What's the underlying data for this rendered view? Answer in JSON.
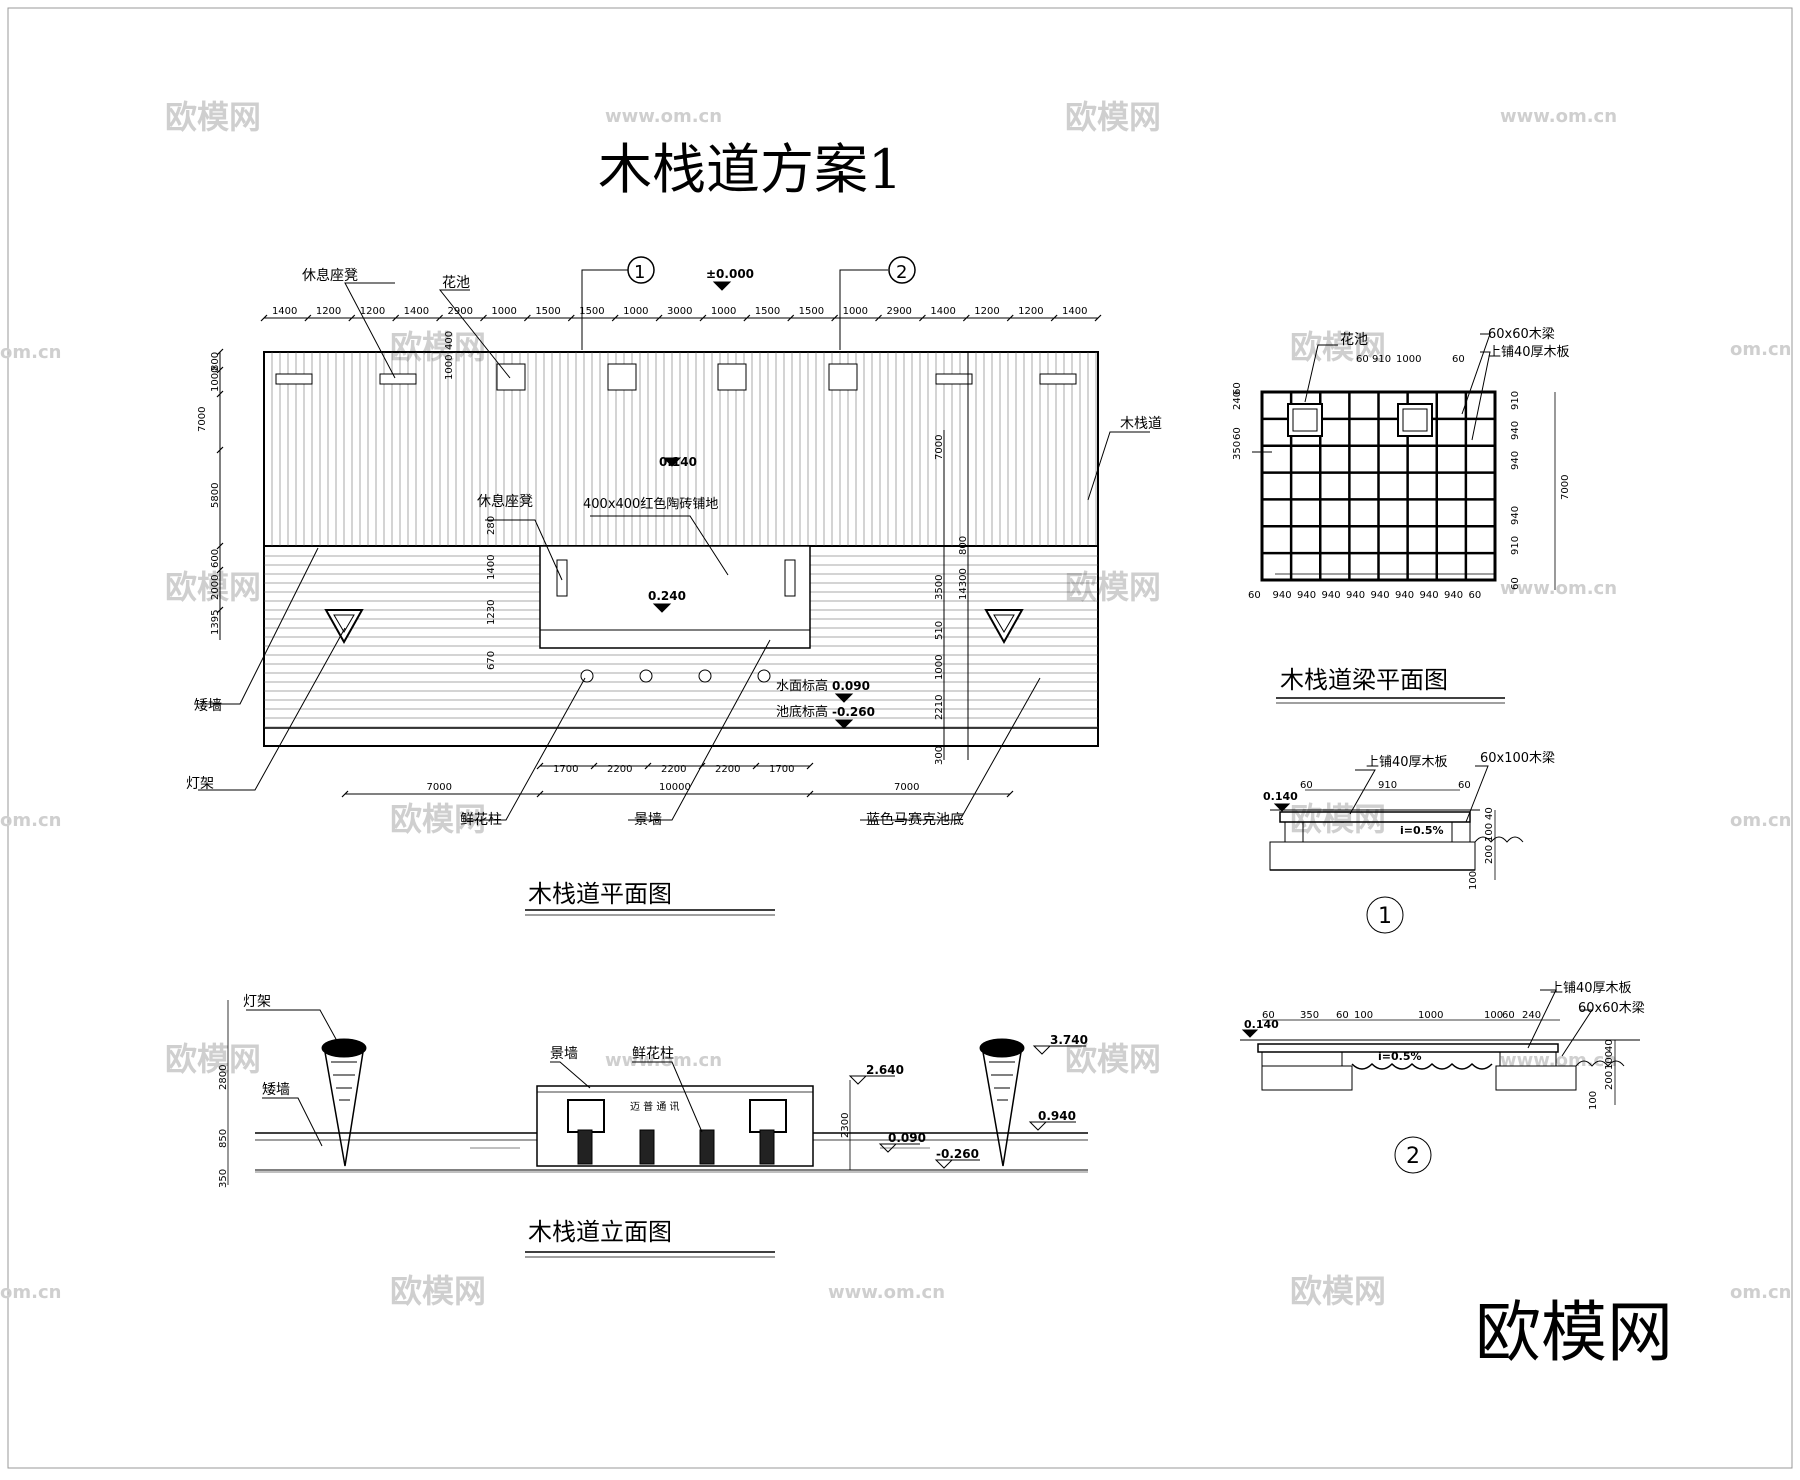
{
  "title": "木栈道方案1",
  "watermark": {
    "site": "www.om.cn",
    "brand": "欧模网",
    "short": "om.cn"
  },
  "brand_logo": "欧模网",
  "plan": {
    "heading": "木栈道平面图",
    "markers": {
      "sec1": "1",
      "sec2": "2",
      "origin": "±0.000"
    },
    "top_dims": [
      "1400",
      "1200",
      "1200",
      "1400",
      "2900",
      "1000",
      "1500",
      "1500",
      "1000",
      "3000",
      "1000",
      "1500",
      "1500",
      "1000",
      "2900",
      "1400",
      "1200",
      "1200",
      "1400"
    ],
    "left_dims": [
      "800",
      "1000",
      "7000",
      "5800",
      "600",
      "2000",
      "1395"
    ],
    "inner_dims": [
      "400",
      "1000",
      "280",
      "1400",
      "1230",
      "670"
    ],
    "right_dims": [
      "7000",
      "800",
      "14300",
      "3500",
      "510",
      "1000",
      "2210",
      "300"
    ],
    "bottom_dims_a": [
      "1700",
      "2200",
      "2200",
      "2200",
      "1700"
    ],
    "bottom_dims_b": [
      "7000",
      "10000",
      "7000"
    ],
    "labels": {
      "bench": "休息座凳",
      "planter": "花池",
      "boardwalk": "木栈道",
      "bench2": "休息座凳",
      "paving": "400x400红色陶砖铺地",
      "elev1": "0.140",
      "elev2": "0.240",
      "lowwall": "矮墙",
      "lamp": "灯架",
      "water_label": "水面标高",
      "water_val": "0.090",
      "bottom_label": "池底标高",
      "bottom_val": "-0.260",
      "flowerpost": "鲜花柱",
      "scenewall": "景墙",
      "mosaic": "蓝色马赛克池底"
    }
  },
  "beam_plan": {
    "heading": "木栈道梁平面图",
    "labels": {
      "planter": "花池",
      "beam": "60x60木梁",
      "board": "上铺40厚木板"
    },
    "top_dims": [
      "60",
      "910",
      "1000",
      "60"
    ],
    "bottom_dims": [
      "60",
      "940",
      "940",
      "940",
      "940",
      "940",
      "940",
      "940",
      "940",
      "60"
    ],
    "left_dims": [
      "60",
      "240",
      "60",
      "350"
    ],
    "right_dims": [
      "910",
      "940",
      "940",
      "7000",
      "940",
      "910",
      "60"
    ]
  },
  "section1": {
    "marker": "1",
    "labels": {
      "board": "上铺40厚木板",
      "beam": "60x100木梁",
      "elev": "0.140",
      "slope": "i=0.5%"
    },
    "dims": [
      "60",
      "910",
      "60"
    ],
    "vert_dims": [
      "40",
      "100",
      "200",
      "100"
    ]
  },
  "section2": {
    "marker": "2",
    "labels": {
      "board": "上铺40厚木板",
      "beam": "60x60木梁",
      "elev": "0.140",
      "slope": "i=0.5%"
    },
    "dims": [
      "60",
      "350",
      "60",
      "100",
      "1000",
      "100",
      "60",
      "240"
    ],
    "vert_dims": [
      "40",
      "100",
      "200",
      "100"
    ]
  },
  "elevation": {
    "heading": "木栈道立面图",
    "labels": {
      "lamp": "灯架",
      "lowwall": "矮墙",
      "scenewall": "景墙",
      "flowerpost": "鲜花柱",
      "sign": "迈 普 通 讯",
      "e1": "3.740",
      "e2": "2.640",
      "e3": "0.940",
      "e4": "0.090",
      "e5": "-0.260"
    },
    "left_dims": [
      "2800",
      "850",
      "350"
    ],
    "mid_dim": "2300"
  }
}
